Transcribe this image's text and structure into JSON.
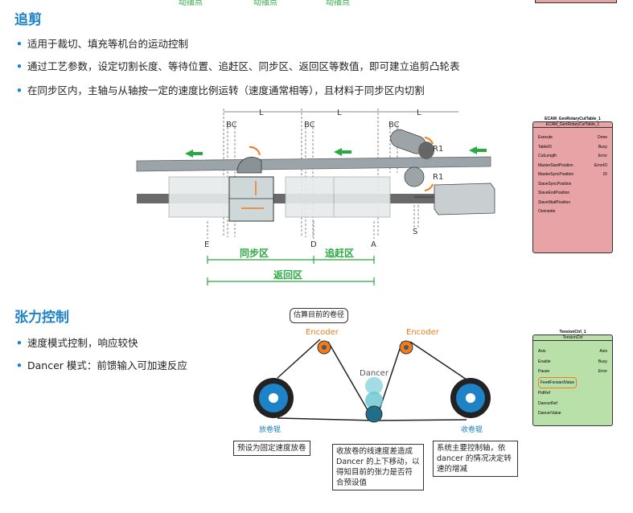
{
  "top_green_labels": [
    "动插点",
    "动插点",
    "动插点"
  ],
  "section1": {
    "title": "追剪",
    "bullets": [
      "适用于裁切、填充等机台的运动控制",
      "通过工艺参数，设定切割长度、等待位置、追赶区、同步区、返回区等数值，即可建立追剪凸轮表",
      "在同步区内，主轴与从轴按一定的速度比例运转（速度通常相等），且材料于同步区内切割"
    ],
    "diagram": {
      "L": "L",
      "BC": "BC",
      "R1": "R1",
      "E": "E",
      "D": "D",
      "A": "A",
      "S": "S",
      "sync_zone": "同步区",
      "catch_zone": "追赶区",
      "return_zone": "返回区"
    },
    "fb_block": {
      "instance": "ECAM_GenRotaryCutTable_1",
      "type": "ECAM_GenRotaryCutTable_1",
      "inputs": [
        "Execute",
        "TableID",
        "CutLength",
        "MasterStartPosition",
        "MasterSyncPosition",
        "SlaveSyncPosition",
        "SlaveEndPosition",
        "SlaveWaitPosition",
        "Overwrite"
      ],
      "outputs": [
        "Done",
        "Busy",
        "Error",
        "ErrorID",
        "ID"
      ]
    }
  },
  "section2": {
    "title": "张力控制",
    "bullets": [
      "速度模式控制，响应较快",
      "Dancer 模式：前馈输入可加速反应"
    ],
    "diagram": {
      "estimate": "估算目前的卷径",
      "encoder_left": "Encoder",
      "encoder_right": "Encoder",
      "dancer": "Dancer",
      "unwind": "放卷辊",
      "rewind": "收卷辊",
      "note_left": "预设为固定速度放卷",
      "note_mid": "收放卷的线速度差造成 Dancer 的上下移动，以得知目前的张力是否符合预设值",
      "note_right": "系统主要控制轴，依 dancer 的情况决定转速的增减"
    },
    "fb_block": {
      "instance": "TensionCtrl_1",
      "type": "TensionCtrl",
      "inputs": [
        "Axis",
        "Enable",
        "Pause",
        "FeedForwardValue",
        "PidRef",
        "DancerRef",
        "DancerValue"
      ],
      "outputs": [
        "Axis",
        "Busy",
        "Error"
      ]
    }
  },
  "colors": {
    "accent": "#1e83c6",
    "green": "#2aa842",
    "orange": "#f07c1e",
    "fb1": "#e8a3a6",
    "fb2": "#b9e0a8"
  }
}
